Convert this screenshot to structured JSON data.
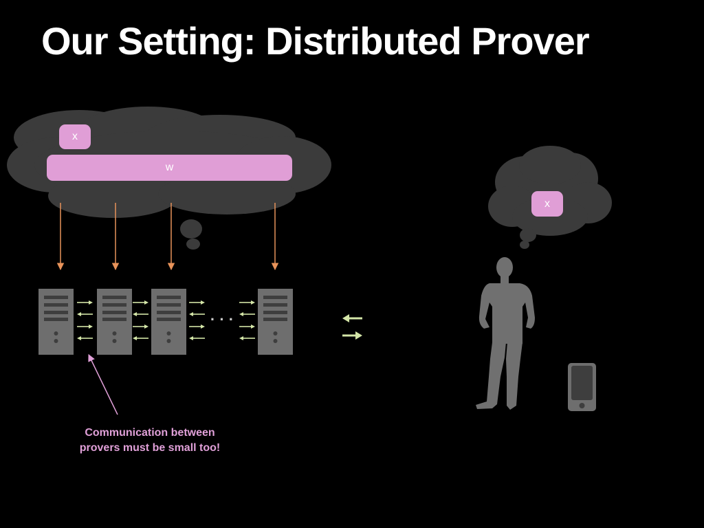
{
  "title": "Our Setting: Distributed Prover",
  "prover_cloud": {
    "statement_label": "x",
    "witness_label": "w"
  },
  "verifier_cloud": {
    "statement_label": "x"
  },
  "servers": {
    "ellipsis": "· · ·"
  },
  "annotation": "Communication between\nprovers must be small too!",
  "colors": {
    "background": "#000000",
    "cloud": "#3b3b3b",
    "pill": "#e09ed6",
    "server": "#6e6e6e",
    "server_slot": "#3e3e3e",
    "orange_arrow": "#e8935a",
    "green_arrow": "#d4e6a8",
    "pink_arrow": "#e0a0d8",
    "person": "#707070",
    "annotation_text": "#e0a0d8"
  },
  "icons": {
    "prover_servers": "server-icon",
    "verifier": "person-icon",
    "verifier_device": "phone-icon"
  }
}
